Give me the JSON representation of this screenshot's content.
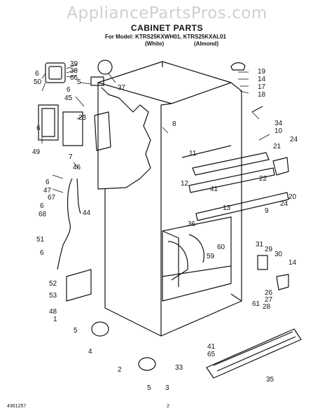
{
  "header": {
    "watermark": "AppliancePartsPros.com",
    "title": "CABINET PARTS",
    "model_line": "For Model: KTRS25KXWH01, KTRS25KXAL01",
    "variant_white": "(White)",
    "variant_almond": "(Almond)"
  },
  "footer": {
    "doc_number": "4361257",
    "page_number": "2"
  },
  "callouts": [
    "39",
    "38",
    "66",
    "5",
    "37",
    "6",
    "50",
    "45",
    "6",
    "46",
    "23",
    "49",
    "7",
    "6",
    "6",
    "47",
    "67",
    "6",
    "68",
    "44",
    "51",
    "6",
    "52",
    "53",
    "48",
    "1",
    "5",
    "4",
    "2",
    "5",
    "3",
    "19",
    "14",
    "17",
    "18",
    "8",
    "34",
    "10",
    "11",
    "21",
    "24",
    "12",
    "22",
    "41",
    "13",
    "20",
    "24",
    "9",
    "36",
    "60",
    "59",
    "31",
    "29",
    "30",
    "14",
    "26",
    "27",
    "28",
    "61",
    "41",
    "65",
    "33",
    "35"
  ],
  "colors": {
    "ink": "#111111",
    "watermark": "#cfcfcf",
    "paper": "#ffffff"
  }
}
